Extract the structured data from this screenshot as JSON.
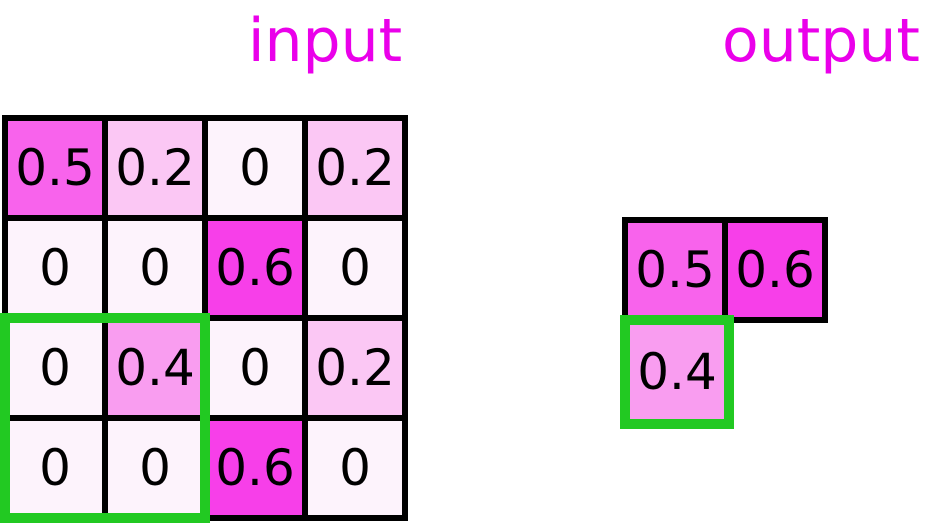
{
  "titles": {
    "input": "input",
    "output": "output"
  },
  "colors": {
    "title": "#ea00ea",
    "grid_border": "#000000",
    "highlight": "#22c922",
    "cell_text": "#000000",
    "cell_by_value": {
      "0": "#fdf3fc",
      "0.2": "#fbc7f4",
      "0.4": "#f99df0",
      "0.5": "#f863ec",
      "0.6": "#f73fe9"
    }
  },
  "input_grid": {
    "rows": [
      [
        "0.5",
        "0.2",
        "0",
        "0.2"
      ],
      [
        "0",
        "0",
        "0.6",
        "0"
      ],
      [
        "0",
        "0.4",
        "0",
        "0.2"
      ],
      [
        "0",
        "0",
        "0.6",
        "0"
      ]
    ],
    "highlight_region": {
      "row_start": 2,
      "col_start": 0,
      "rows": 2,
      "cols": 2
    }
  },
  "output_grid": {
    "rows": [
      [
        "0.5",
        "0.6"
      ],
      [
        "0.4"
      ]
    ],
    "highlighted_cell": {
      "row": 1,
      "col": 0,
      "value": "0.4"
    }
  }
}
